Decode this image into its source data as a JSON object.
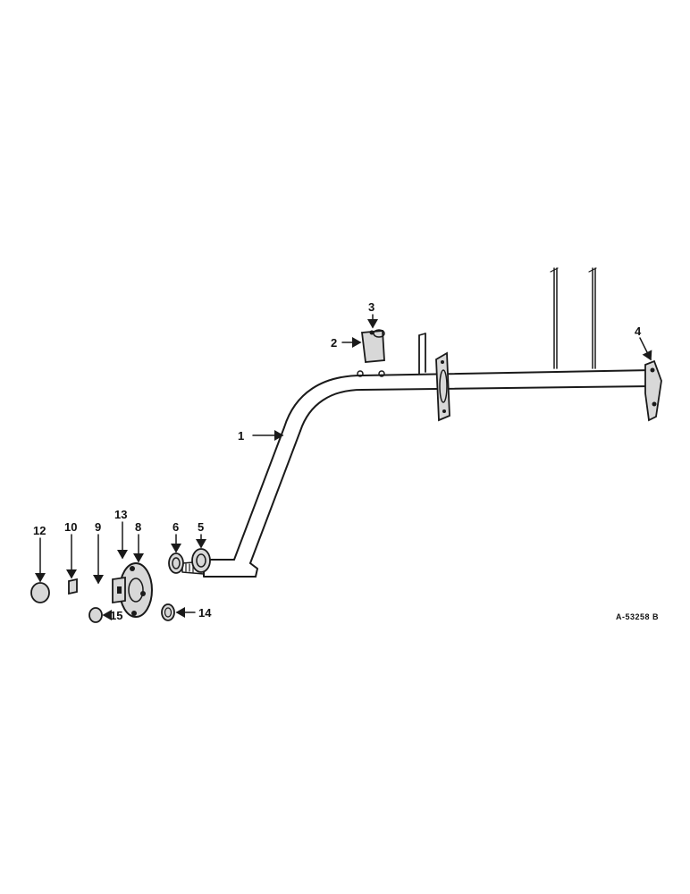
{
  "callouts": {
    "c1": "1",
    "c2": "2",
    "c3": "3",
    "c4": "4",
    "c5": "5",
    "c6": "6",
    "c8": "8",
    "c9": "9",
    "c10": "10",
    "c12": "12",
    "c13": "13",
    "c14": "14",
    "c15": "15"
  },
  "reference_code": "A-53258 B",
  "colors": {
    "ink": "#1a1a1a",
    "background": "#ffffff"
  }
}
